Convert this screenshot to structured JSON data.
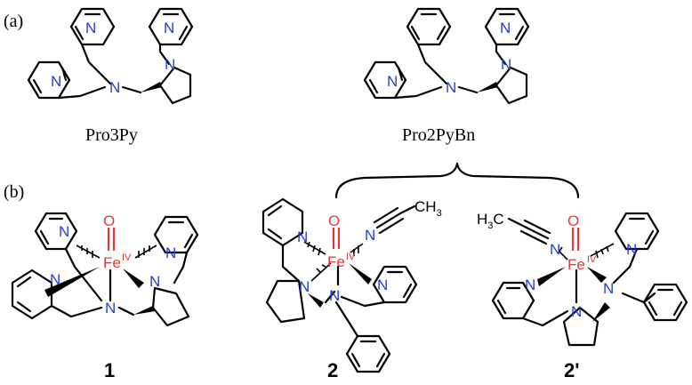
{
  "panels": {
    "a": "(a)",
    "b": "(b)"
  },
  "ligands": [
    {
      "name": "Pro3Py"
    },
    {
      "name": "Pro2PyBn"
    }
  ],
  "complexes": [
    {
      "label": "1"
    },
    {
      "label": "2"
    },
    {
      "label": "2'"
    }
  ],
  "atoms": {
    "N": "N",
    "O": "O",
    "Fe": "Fe",
    "Fe_ox": "IV",
    "CH3": "CH",
    "CH3_sub": "3",
    "H3C": "H",
    "H3C_sub": "3",
    "H3C_C": "C"
  },
  "colors": {
    "nitrogen": "#1f3fd8",
    "oxygen_iron": "#e53935",
    "bond": "#000000"
  }
}
